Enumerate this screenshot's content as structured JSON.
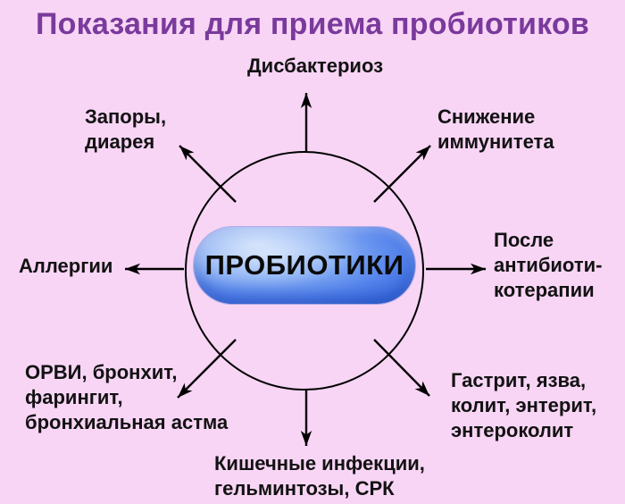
{
  "title": "Показания для приема пробиотиков",
  "center": {
    "label": "ПРОБИОТИКИ"
  },
  "colors": {
    "background": "#f8d5f5",
    "title_text": "#7a3a9c",
    "label_text": "#121212",
    "arrow_stroke": "#000000",
    "pill_light": "#b7d1fa",
    "pill_mid": "#5584ec",
    "pill_dark": "#2e5ed1"
  },
  "spokes": [
    {
      "id": "dysbacteriosis",
      "direction": "up",
      "lines": [
        "Дисбактериоз"
      ]
    },
    {
      "id": "constipation-diarrhea",
      "direction": "up-left",
      "lines": [
        "Запоры,",
        "диарея"
      ]
    },
    {
      "id": "immunity-decrease",
      "direction": "up-right",
      "lines": [
        "Снижение",
        "иммунитета"
      ]
    },
    {
      "id": "allergies",
      "direction": "left",
      "lines": [
        "Аллергии"
      ]
    },
    {
      "id": "after-antibiotic-therapy",
      "direction": "right",
      "lines": [
        "После",
        "антибиоти-",
        "котерапии"
      ]
    },
    {
      "id": "orvi-bronchitis-asthma",
      "direction": "down-left",
      "lines": [
        "ОРВИ, бронхит,",
        "фарингит,",
        "бронхиальная астма"
      ]
    },
    {
      "id": "gastritis-ulcer-colitis",
      "direction": "down-right",
      "lines": [
        "Гастрит, язва,",
        "колит, энтерит,",
        "энтероколит"
      ]
    },
    {
      "id": "intestinal-infections",
      "direction": "down",
      "lines": [
        "Кишечные инфекции,",
        "гельминтозы, СРК"
      ]
    }
  ]
}
